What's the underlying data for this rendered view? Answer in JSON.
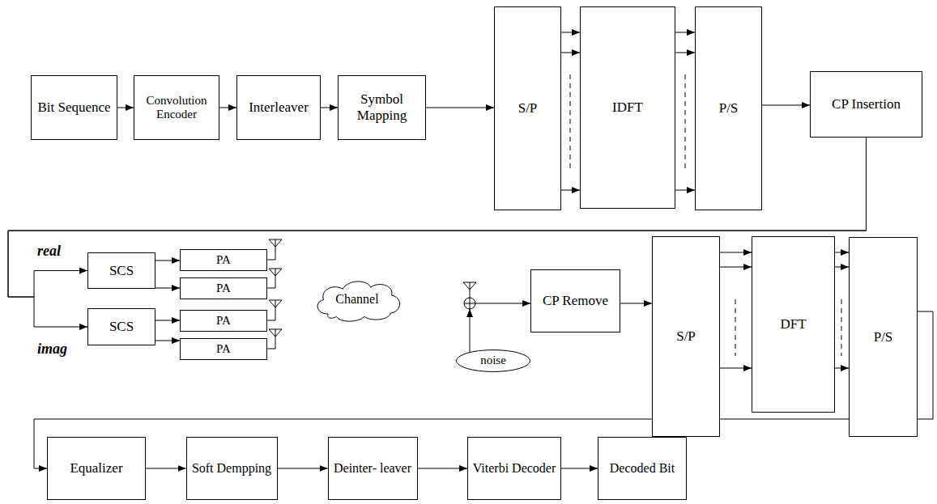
{
  "diagram": {
    "nodes": [
      {
        "text": [
          "Bit Sequence"
        ]
      },
      {
        "text": [
          "Convolution Encoder"
        ]
      },
      {
        "text": [
          "Interleaver"
        ]
      },
      {
        "text": [
          "Symbol Mapping"
        ]
      },
      {
        "text": [
          "S/P"
        ]
      },
      {
        "text": [
          "IDFT"
        ]
      },
      {
        "text": [
          "P/S"
        ]
      },
      {
        "text": [
          "CP Insertion"
        ]
      },
      {
        "text": [
          "SCS"
        ]
      },
      {
        "text": [
          "SCS"
        ]
      },
      {
        "text": [
          "PA"
        ]
      },
      {
        "text": [
          "PA"
        ]
      },
      {
        "text": [
          "PA"
        ]
      },
      {
        "text": [
          "PA"
        ]
      },
      {
        "text": [
          "Channel"
        ]
      },
      {
        "text": [
          "noise"
        ]
      },
      {
        "text": [
          "CP Remove"
        ]
      },
      {
        "text": [
          "S/P"
        ]
      },
      {
        "text": [
          "DFT"
        ]
      },
      {
        "text": [
          "P/S"
        ]
      },
      {
        "text": [
          "Equalizer"
        ]
      },
      {
        "text": [
          "Soft Dempping"
        ]
      },
      {
        "text": [
          "Deinter- leaver"
        ]
      },
      {
        "text": [
          "Viterbi Decoder"
        ]
      },
      {
        "text": [
          "Decoded Bit"
        ]
      }
    ],
    "edges": [
      {
        "from": 0,
        "to": 1,
        "arrow": "to"
      },
      {
        "from": 1,
        "to": 2,
        "arrow": "to"
      },
      {
        "from": 2,
        "to": 3,
        "arrow": "to"
      },
      {
        "from": 3,
        "to": 4,
        "arrow": "to"
      },
      {
        "from": 4,
        "to": 5,
        "arrow": "to"
      },
      {
        "from": 4,
        "to": 5,
        "arrow": "to"
      },
      {
        "from": 4,
        "to": 5,
        "arrow": "to"
      },
      {
        "from": 5,
        "to": 6,
        "arrow": "to"
      },
      {
        "from": 5,
        "to": 6,
        "arrow": "to"
      },
      {
        "from": 5,
        "to": 6,
        "arrow": "to"
      },
      {
        "from": 6,
        "to": 7,
        "arrow": "to"
      },
      {
        "from": 7,
        "to": 8,
        "arrow": "to"
      },
      {
        "from": 7,
        "to": 9,
        "arrow": "to"
      },
      {
        "from": 8,
        "to": 10,
        "arrow": "to"
      },
      {
        "from": 8,
        "to": 11,
        "arrow": "to"
      },
      {
        "from": 9,
        "to": 12,
        "arrow": "to"
      },
      {
        "from": 9,
        "to": 13,
        "arrow": "to"
      },
      {
        "from": 15,
        "to": 16,
        "arrow": "to"
      },
      {
        "from": 16,
        "to": 17,
        "arrow": "to"
      },
      {
        "from": 17,
        "to": 18,
        "arrow": "to"
      },
      {
        "from": 17,
        "to": 18,
        "arrow": "to"
      },
      {
        "from": 17,
        "to": 18,
        "arrow": "to"
      },
      {
        "from": 18,
        "to": 19,
        "arrow": "to"
      },
      {
        "from": 18,
        "to": 19,
        "arrow": "to"
      },
      {
        "from": 18,
        "to": 19,
        "arrow": "to"
      },
      {
        "from": 19,
        "to": 20,
        "arrow": "to"
      },
      {
        "from": 20,
        "to": 21,
        "arrow": "to"
      },
      {
        "from": 21,
        "to": 22,
        "arrow": "to"
      },
      {
        "from": 22,
        "to": 23,
        "arrow": "to"
      },
      {
        "from": 23,
        "to": 24,
        "arrow": "to"
      }
    ],
    "labels": [
      "real",
      "imag"
    ]
  }
}
